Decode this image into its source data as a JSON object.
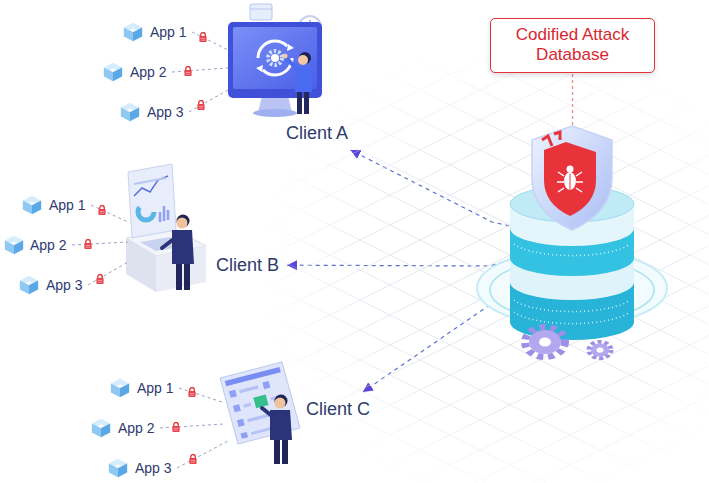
{
  "diagram": {
    "nodes": [
      {
        "text": [
          "Codified Attack Database"
        ]
      },
      {
        "text": [
          "Client A"
        ]
      },
      {
        "text": [
          "Client B"
        ]
      },
      {
        "text": [
          "Client C"
        ]
      }
    ],
    "edges": [
      {
        "from": 0,
        "to": 1,
        "arrow": "to"
      },
      {
        "from": 0,
        "to": 2,
        "arrow": "to"
      },
      {
        "from": 0,
        "to": 3,
        "arrow": "to"
      }
    ],
    "labels": [
      "App 1",
      "App 2",
      "App 3",
      "App 1",
      "App 2",
      "App 3",
      "App 1",
      "App 2",
      "App 3"
    ]
  }
}
